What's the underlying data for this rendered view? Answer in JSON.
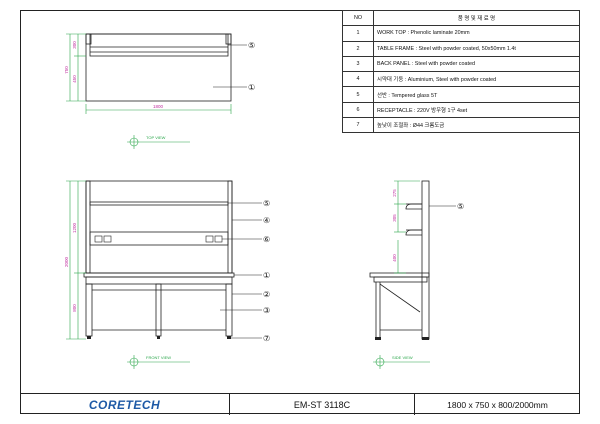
{
  "parts_table": {
    "header_no": "NO",
    "header_desc": "품 명  및  재 료 명",
    "rows": [
      {
        "no": "1",
        "desc": "WORK TOP : Phenolic laminate 20mm"
      },
      {
        "no": "2",
        "desc": "TABLE FRAME : Steel with powder coated, 50x50mm 1.4t"
      },
      {
        "no": "3",
        "desc": "BACK PANEL : Steel with powder coated"
      },
      {
        "no": "4",
        "desc": "시약대 기둥 : Aluminium, Steel with powder coated"
      },
      {
        "no": "5",
        "desc": "선반 : Tempered glass 5T"
      },
      {
        "no": "6",
        "desc": "RECEPTACLE : 220V 방우형 1구 4set"
      },
      {
        "no": "7",
        "desc": "높낮이 조절좌 : Ø44 크롬도금"
      }
    ]
  },
  "views": {
    "top": {
      "label": "TOP VIEW",
      "dim_total_height": "750",
      "dim_shelf": "300",
      "dim_body": "450",
      "dim_width": "1800"
    },
    "front": {
      "label": "FRONT VIEW",
      "dim_total": "2000",
      "dim_upper": "1200",
      "dim_lower": "800"
    },
    "side": {
      "label": "SIDE VIEW",
      "dim_a": "275",
      "dim_b": "305",
      "dim_c": "400"
    }
  },
  "callouts": [
    "①",
    "②",
    "③",
    "④",
    "⑤",
    "⑥",
    "⑦"
  ],
  "title_block": {
    "logo": "CORETECH",
    "model": "EM-ST 3118C",
    "size": "1800 x 750 x 800/2000mm"
  },
  "colors": {
    "line": "#222222",
    "dimension": "#2aa64a",
    "dimension_text": "#c02fa0",
    "logo": "#1f5aa6"
  }
}
